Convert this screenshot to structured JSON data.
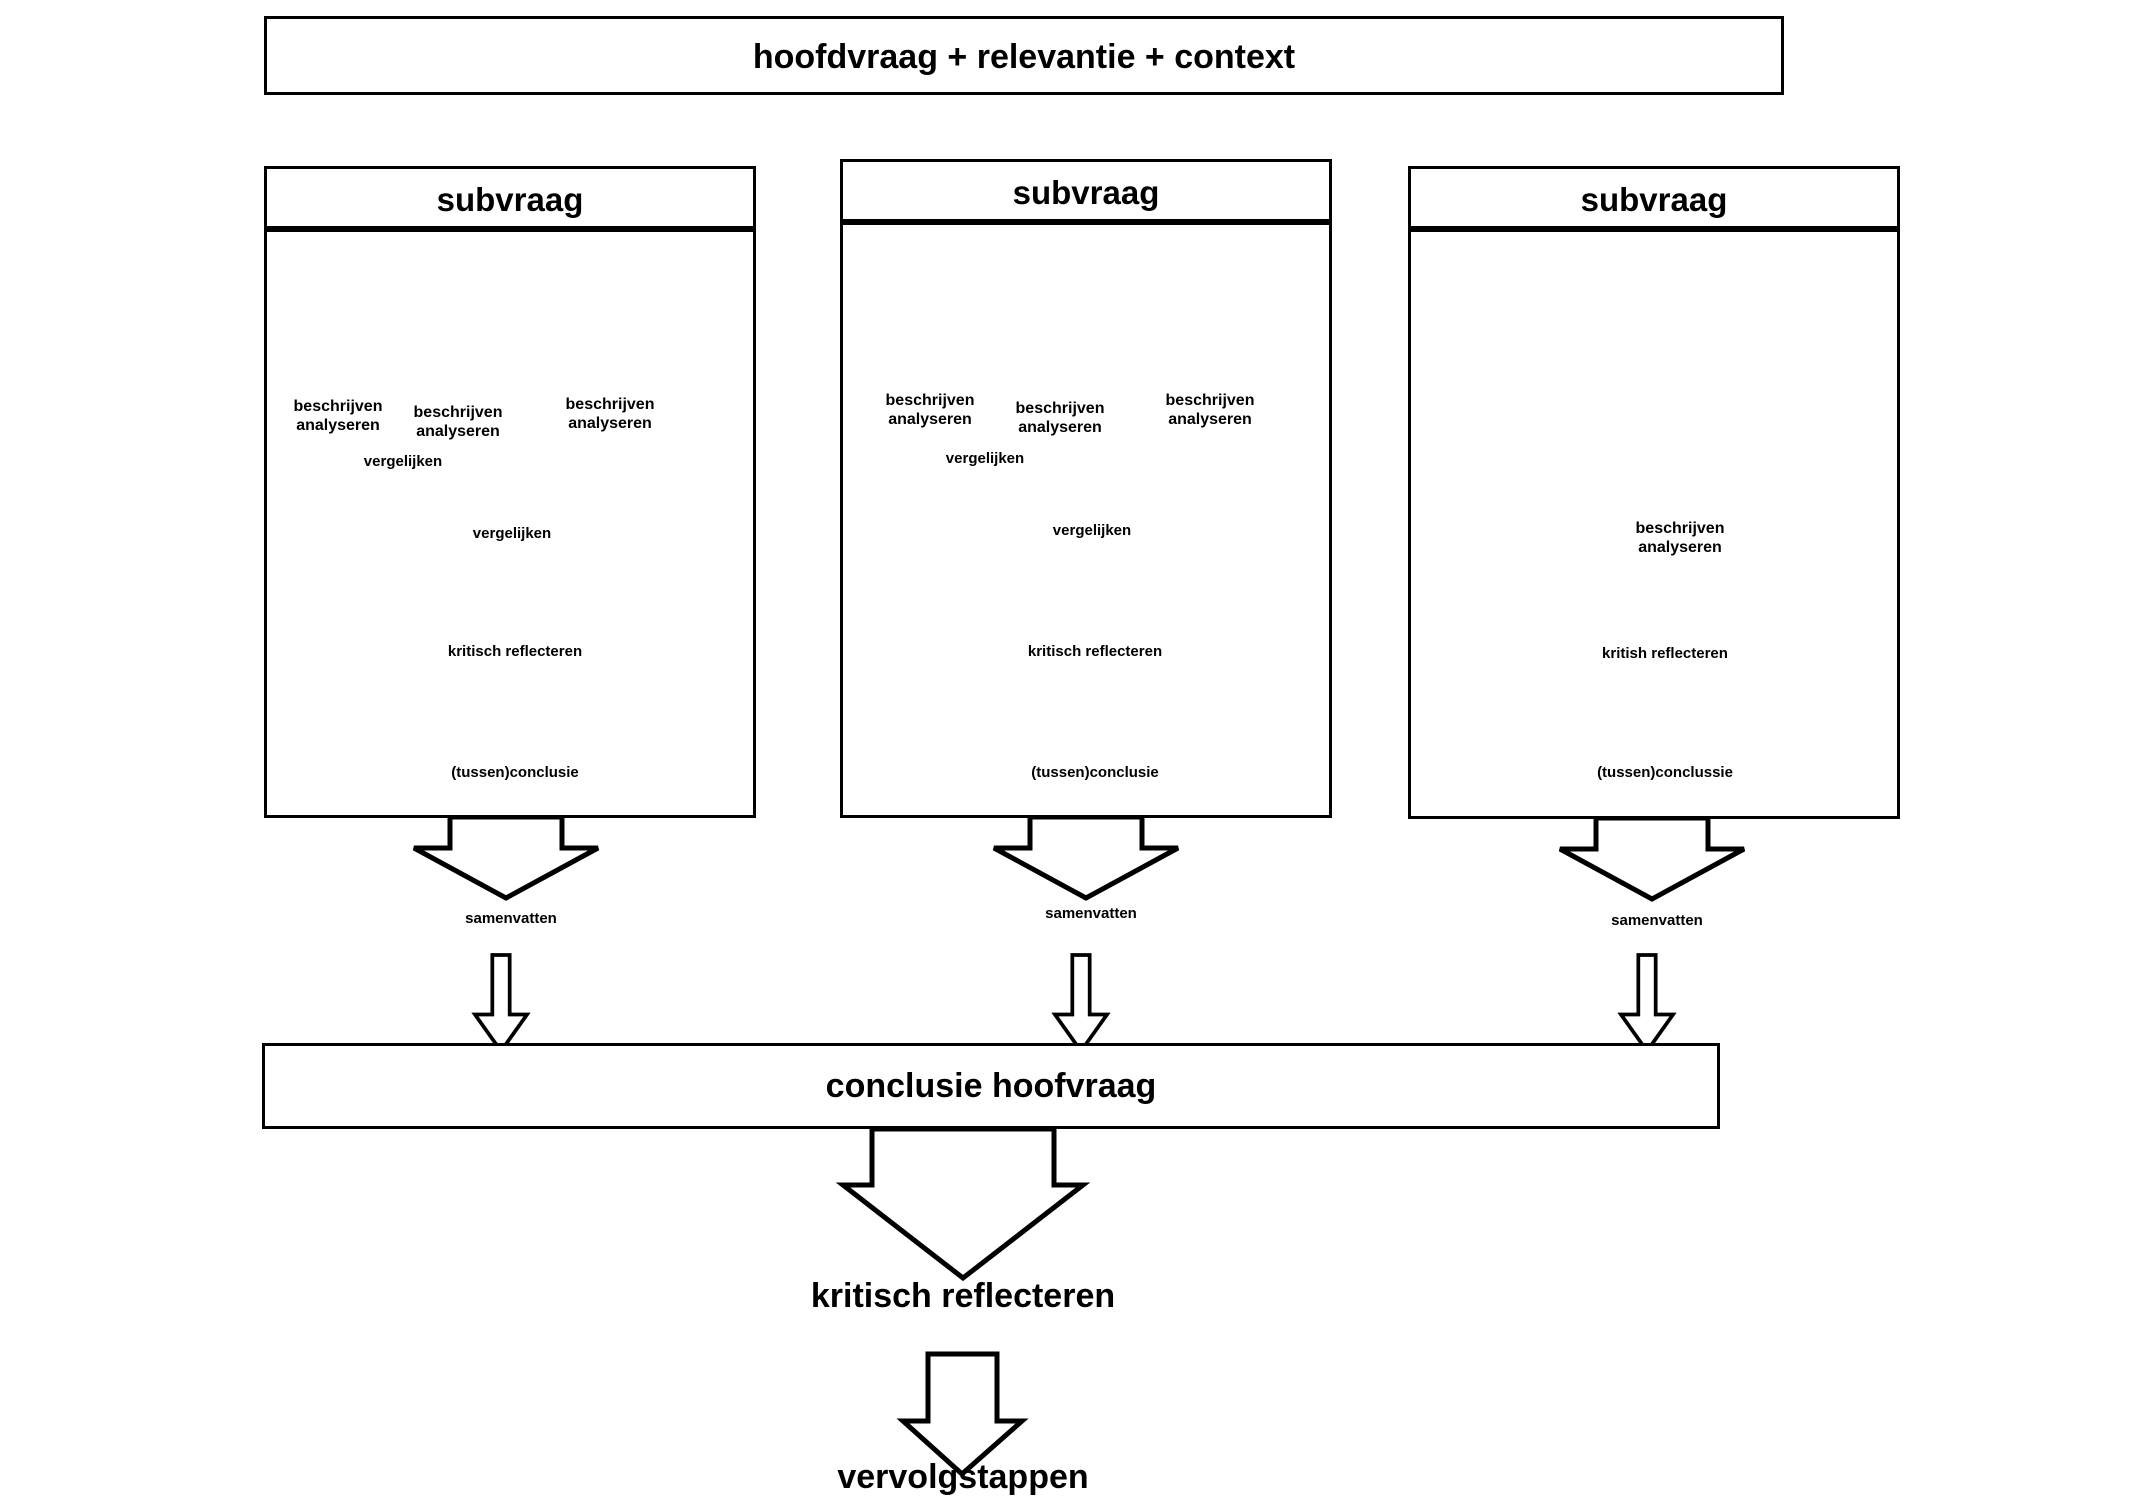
{
  "diagram": {
    "language": "nl",
    "top_box": {
      "label": "hoofdvraag + relevantie + context"
    },
    "conclusion_box": {
      "label": "conclusie hoofvraag"
    },
    "final_steps": [
      {
        "label": "kritisch reflecteren"
      },
      {
        "label": "vervolgstappen"
      }
    ],
    "columns": [
      {
        "header": "subvraag",
        "shapes": [
          "rounded-rectangle",
          "rounded-rectangle",
          "ellipse"
        ],
        "labels": {
          "describe_1": "beschrijven\nanalyseren",
          "describe_2": "beschrijven\nanalyseren",
          "describe_3": "beschrijven\nanalyseren",
          "compare_pair": "vergelijken",
          "compare_all": "vergelijken",
          "reflect": "kritisch reflecteren",
          "conclusion": "(tussen)conclusie",
          "summarize": "samenvatten"
        }
      },
      {
        "header": "subvraag",
        "shapes": [
          "star",
          "star",
          "ellipse"
        ],
        "labels": {
          "describe_1": "beschrijven\nanalyseren",
          "describe_2": "beschrijven\nanalyseren",
          "describe_3": "beschrijven\nanalyseren",
          "compare_pair": "vergelijken",
          "compare_all": "vergelijken",
          "reflect": "kritisch reflecteren",
          "conclusion": "(tussen)conclusie",
          "summarize": "samenvatten"
        }
      },
      {
        "header": "subvraag",
        "shapes": [
          "pentagon",
          "pentagon-small",
          "pentagon-large",
          "pentagon",
          "pentagon"
        ],
        "labels": {
          "describe_1": "beschrijven\nanalyseren",
          "reflect": "kritish reflecteren",
          "conclusion": "(tussen)conclussie",
          "summarize": "samenvatten"
        }
      }
    ]
  },
  "colors": {
    "stroke": "#000000",
    "background": "#ffffff"
  }
}
